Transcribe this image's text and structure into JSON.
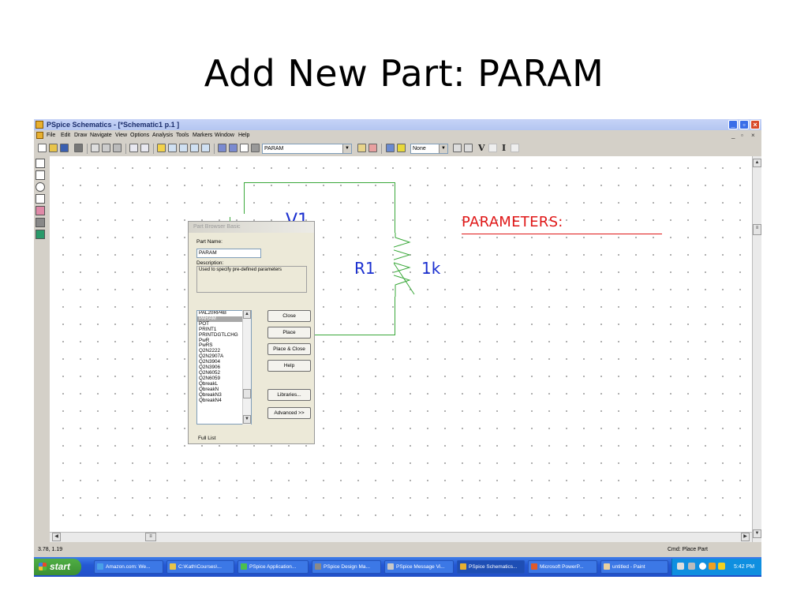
{
  "slide": {
    "title": "Add New Part: PARAM"
  },
  "window": {
    "title": "PSpice Schematics - [*Schematic1 p.1 ]",
    "menu": [
      "File",
      "Edit",
      "Draw",
      "Navigate",
      "View",
      "Options",
      "Analysis",
      "Tools",
      "Markers",
      "Window",
      "Help"
    ],
    "part_combo": "PARAM",
    "none_combo": "None",
    "text_tools": [
      "V",
      "I"
    ]
  },
  "schematic": {
    "v1_label": "V1",
    "r1_label": "R1",
    "r1_value": "1k",
    "parameters_label": "PARAMETERS:"
  },
  "dialog": {
    "title": "Part Browser Basic",
    "part_name_label": "Part Name:",
    "part_name_value": "PARAM",
    "description_label": "Description:",
    "description_text": "Used to specify pre-defined parameters",
    "parts": [
      "PAL20RP4B",
      "PARAM",
      "POT",
      "PRINT1",
      "PRINTDGTLCHG",
      "PwR",
      "PwRS",
      "Q2N2222",
      "Q2N2907A",
      "Q2N3904",
      "Q2N3906",
      "Q2N6052",
      "Q2N6059",
      "QbreakL",
      "QbreakN",
      "QbreakN3",
      "QbreakN4"
    ],
    "selected_part": "PARAM",
    "buttons": {
      "close": "Close",
      "place": "Place",
      "place_close": "Place & Close",
      "help": "Help",
      "libraries": "Libraries...",
      "advanced": "Advanced >>"
    },
    "full_list": "Full List"
  },
  "status": {
    "coords": "3.78, 1.19",
    "cmd": "Cmd: Place Part"
  },
  "taskbar": {
    "start": "start",
    "items": [
      "Amazon.com: We...",
      "C:\\Kath\\Courses\\...",
      "PSpice Application...",
      "PSpice Design Ma...",
      "PSpice Message Vi...",
      "PSpice Schematics...",
      "Microsoft PowerP...",
      "untitled - Paint"
    ],
    "clock": "5:42 PM"
  },
  "colors": {
    "wire": "#3aa83a",
    "part_text": "#1a2fd0",
    "parameters": "#e01818"
  }
}
